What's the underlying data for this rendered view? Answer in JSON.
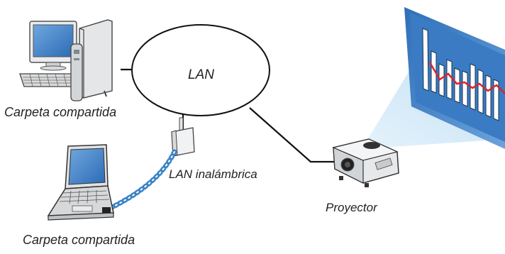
{
  "labels": {
    "lan": "LAN",
    "desktop_caption": "Carpeta compartida",
    "wireless_lan": "LAN inalámbrica",
    "projector_caption": "Proyector",
    "laptop_caption": "Carpeta compartida"
  },
  "colors": {
    "line": "#111111",
    "screen_blue": "#4a86c8",
    "projection_beam": "#cfe8f7",
    "chart_line": "#d8262d",
    "wifi_wave": "#3a83c6"
  },
  "icons": [
    "desktop-computer-icon",
    "laptop-icon",
    "wireless-access-point-icon",
    "projector-icon",
    "projection-screen-icon"
  ]
}
